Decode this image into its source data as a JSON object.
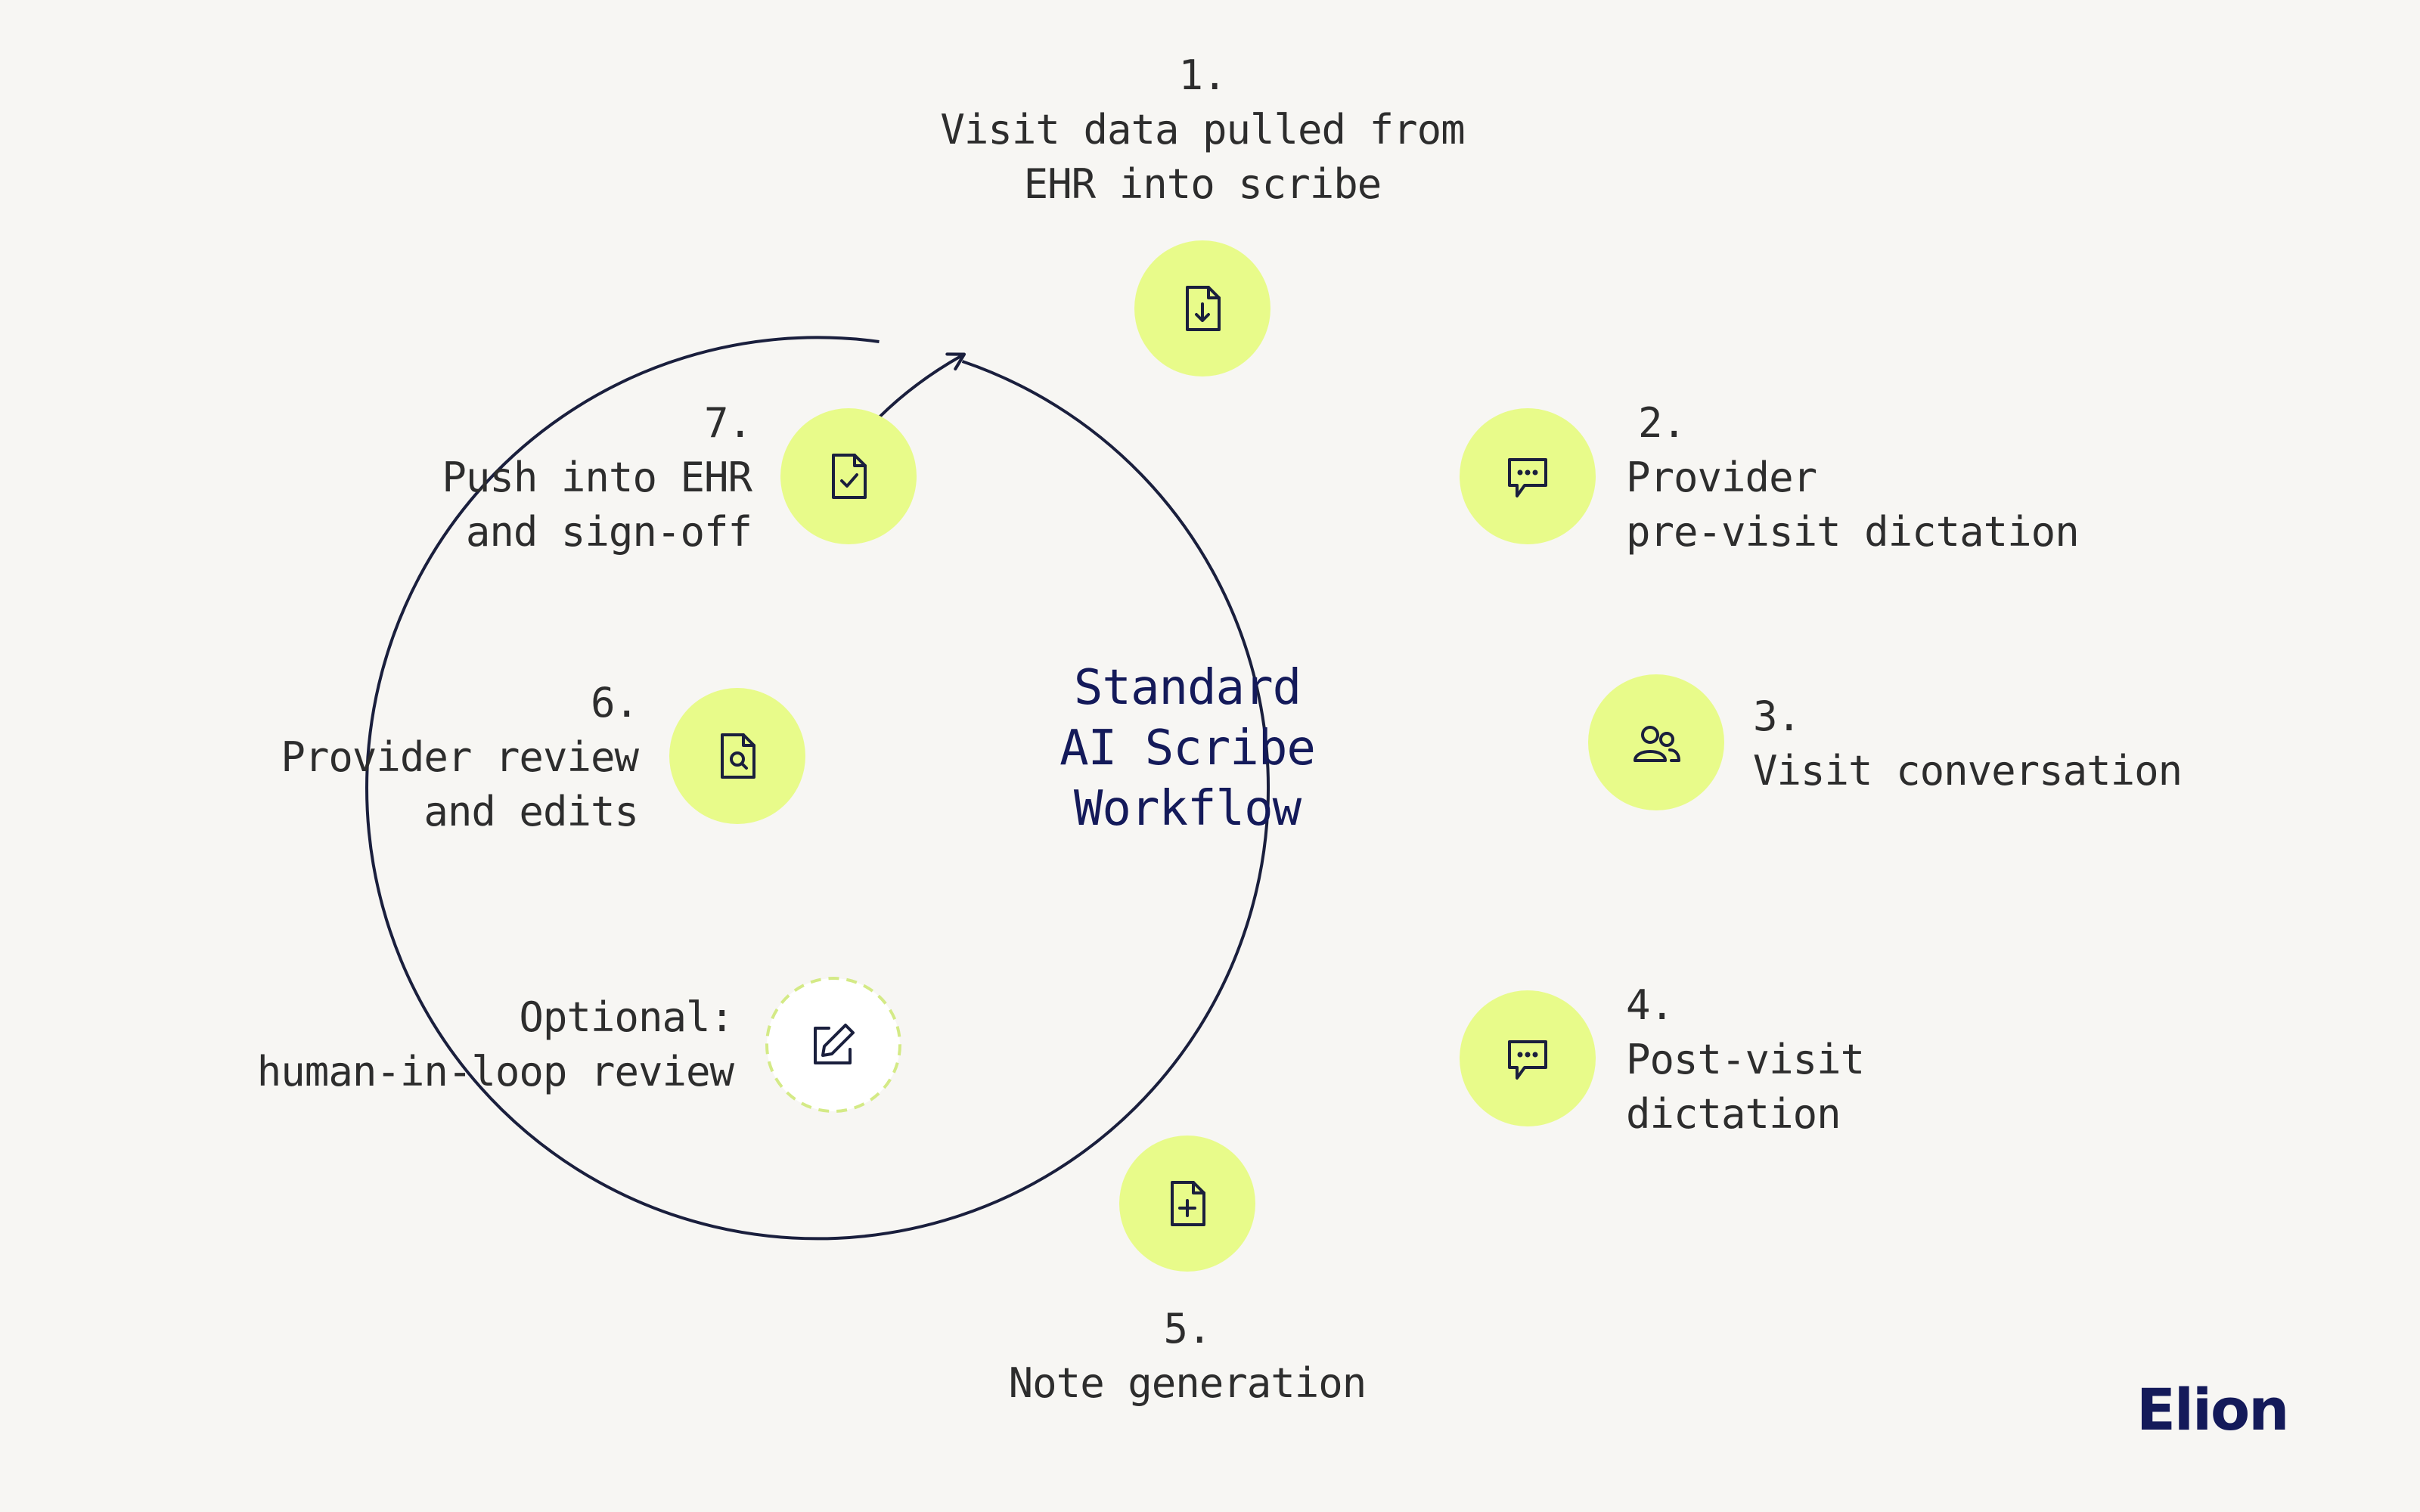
{
  "title": [
    "Standard",
    "AI Scribe",
    "Workflow"
  ],
  "steps": [
    {
      "number": "1.",
      "lines": [
        "Visit data pulled from",
        "EHR into scribe"
      ],
      "icon": "file-download-icon"
    },
    {
      "number": "2.",
      "lines": [
        "Provider",
        "pre-visit dictation"
      ],
      "icon": "chat-bubble-icon"
    },
    {
      "number": "3.",
      "lines": [
        "Visit conversation"
      ],
      "icon": "users-icon"
    },
    {
      "number": "4.",
      "lines": [
        "Post-visit",
        "dictation"
      ],
      "icon": "chat-bubble-icon"
    },
    {
      "number": "5.",
      "lines": [
        "Note generation"
      ],
      "icon": "file-plus-icon"
    },
    {
      "number": "",
      "lines": [
        "Optional:",
        "human-in-loop review"
      ],
      "icon": "pencil-icon"
    },
    {
      "number": "6.",
      "lines": [
        "Provider review",
        "and edits"
      ],
      "icon": "file-search-icon"
    },
    {
      "number": "7.",
      "lines": [
        "Push into EHR",
        "and sign-off"
      ],
      "icon": "file-check-icon"
    }
  ],
  "logo": "Elion",
  "colors": {
    "background": "#f7f6f3",
    "node_fill": "#e8fb8a",
    "optional_fill": "#ffffff",
    "optional_border": "#d4ea86",
    "ring": "#1a1f3d",
    "title": "#141a5a",
    "text": "#2d2d2d"
  }
}
